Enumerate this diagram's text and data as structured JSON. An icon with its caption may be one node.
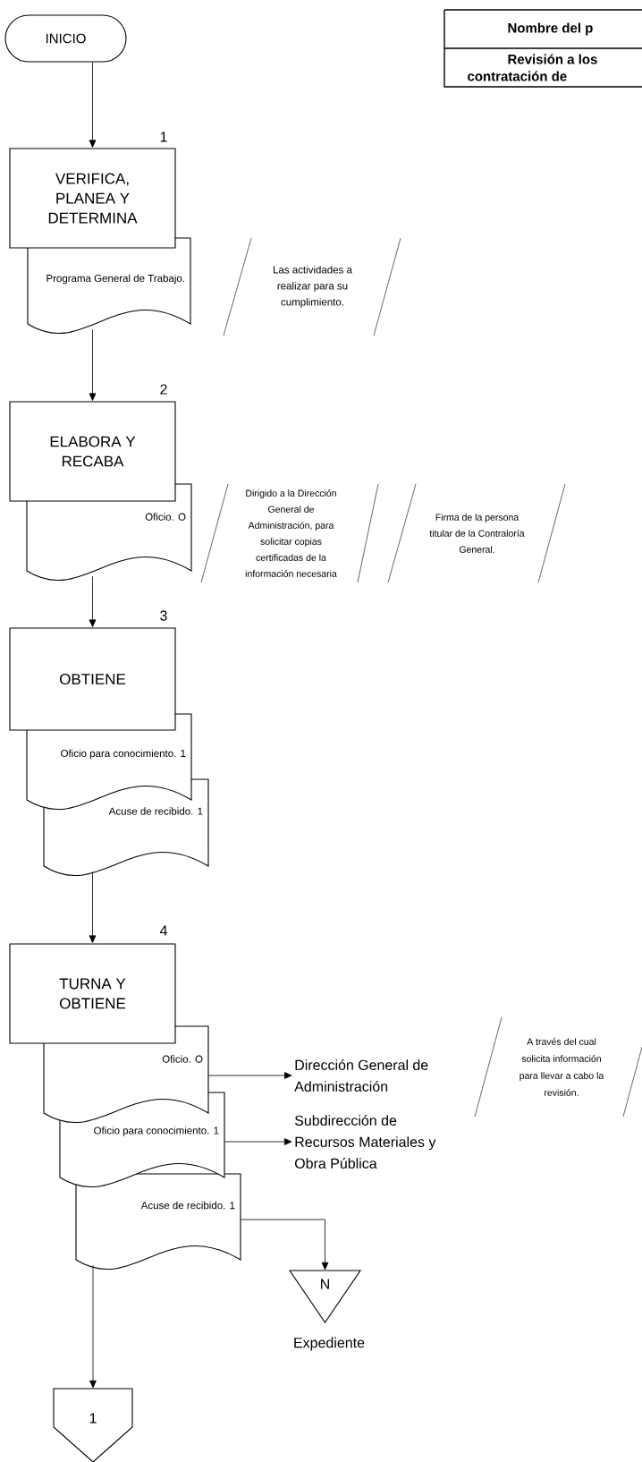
{
  "diagram": {
    "nodes": [
      {
        "text": [
          "INICIO"
        ]
      },
      {
        "text": [
          "Nombre del p"
        ]
      },
      {
        "text": [
          "Revisión a los contratación de"
        ]
      },
      {
        "text": [
          "VERIFICA, PLANEA Y DETERMINA"
        ],
        "beside": [
          "1"
        ]
      },
      {
        "text": [
          "Programa General de Trabajo."
        ]
      },
      {
        "text": [
          "Las actividades a realizar para su cumplimiento."
        ]
      },
      {
        "text": [
          "ELABORA Y RECABA"
        ],
        "beside": [
          "2"
        ]
      },
      {
        "text": [
          "Oficio. O"
        ]
      },
      {
        "text": [
          "Dirigido a la Dirección General de Administración, para solicitar copias certificadas de la información necesaria"
        ]
      },
      {
        "text": [
          "Firma de la persona titular de la Contraloría General."
        ]
      },
      {
        "text": [
          "OBTIENE"
        ],
        "beside": [
          "3"
        ]
      },
      {
        "text": [
          "Oficio para conocimiento. 1"
        ]
      },
      {
        "text": [
          "Acuse de recibido. 1"
        ]
      },
      {
        "text": [
          "TURNA Y OBTIENE"
        ],
        "beside": [
          "4"
        ]
      },
      {
        "text": [
          "Oficio. O"
        ]
      },
      {
        "text": [
          "Oficio para conocimiento. 1"
        ]
      },
      {
        "text": [
          "Acuse de recibido. 1"
        ]
      },
      {
        "text": [
          "Dirección General de Administración"
        ]
      },
      {
        "text": [
          "A través del cual solicita información para llevar a cabo la revisión."
        ]
      },
      {
        "text": [
          "Subdirección de Recursos Materiales y Obra Pública"
        ]
      },
      {
        "text": [
          "N"
        ],
        "beside": [
          "Expediente"
        ]
      },
      {
        "text": [
          "1"
        ]
      }
    ],
    "edges": [
      {
        "from": 0,
        "to": 3,
        "arrow": "to"
      },
      {
        "from": 4,
        "to": 6,
        "arrow": "to"
      },
      {
        "from": 7,
        "to": 10,
        "arrow": "to"
      },
      {
        "from": 12,
        "to": 13,
        "arrow": "to"
      },
      {
        "from": 14,
        "to": 17,
        "arrow": "to"
      },
      {
        "from": 15,
        "to": 19,
        "arrow": "to"
      },
      {
        "from": 16,
        "to": 20,
        "arrow": "to"
      },
      {
        "from": 16,
        "to": 21,
        "arrow": "to"
      }
    ]
  }
}
